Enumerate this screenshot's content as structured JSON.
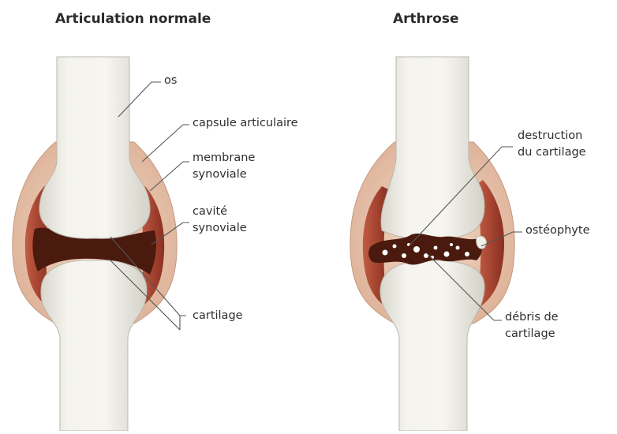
{
  "titles": {
    "normal": "Articulation normale",
    "arthrose": "Arthrose"
  },
  "labels": {
    "os": "os",
    "capsule": "capsule articulaire",
    "membrane_1": "membrane",
    "membrane_2": "synoviale",
    "cavite_1": "cavité",
    "cavite_2": "synoviale",
    "cartilage": "cartilage",
    "destruction_1": "destruction",
    "destruction_2": "du cartilage",
    "osteophyte": "ostéophyte",
    "debris_1": "débris de",
    "debris_2": "cartilage"
  },
  "colors": {
    "bone": "#f2f1ea",
    "bone_shade": "#d9d8cf",
    "capsule": "#e7c3ae",
    "membrane": "#b44f3b",
    "cavity": "#4a1a0e",
    "leader": "#555555"
  }
}
